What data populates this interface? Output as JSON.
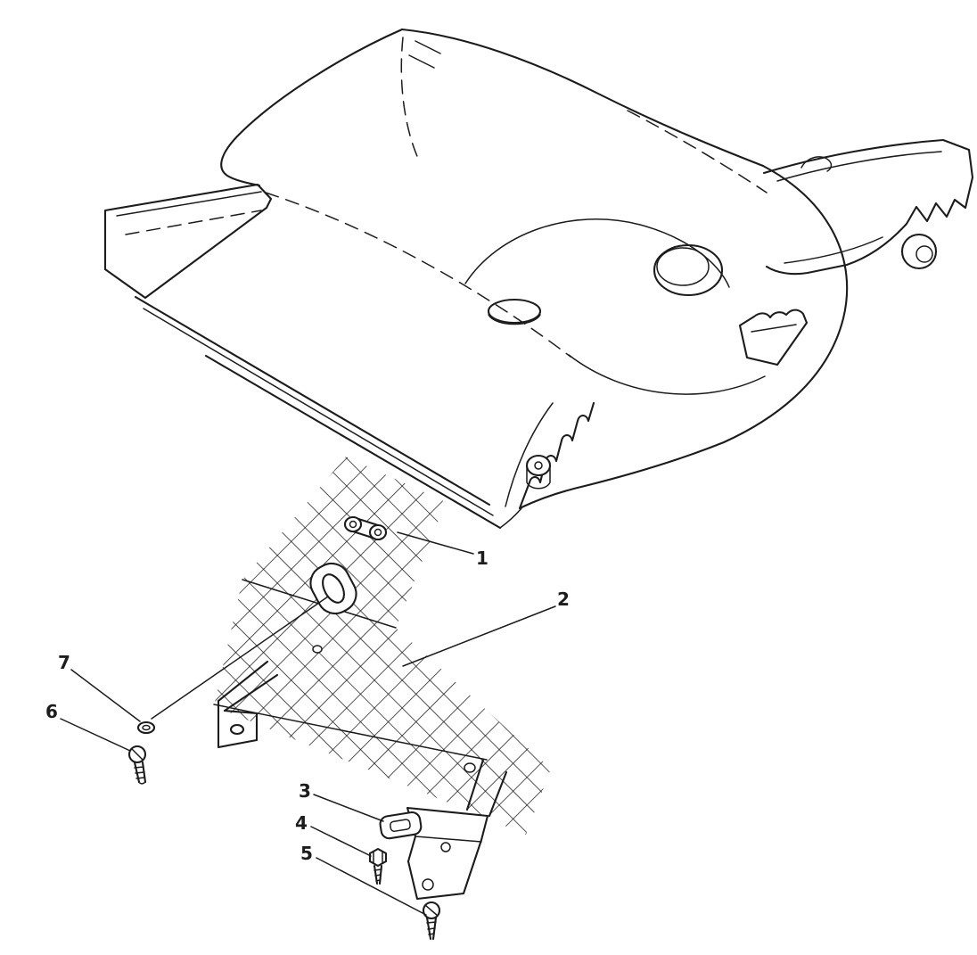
{
  "colors": {
    "ink": "#1c1c1c",
    "background": "#ffffff"
  },
  "diagram": {
    "type": "exploded-parts-diagram",
    "callouts": [
      {
        "label": "1"
      },
      {
        "label": "2"
      },
      {
        "label": "3"
      },
      {
        "label": "4"
      },
      {
        "label": "5"
      },
      {
        "label": "6"
      },
      {
        "label": "7"
      }
    ]
  }
}
